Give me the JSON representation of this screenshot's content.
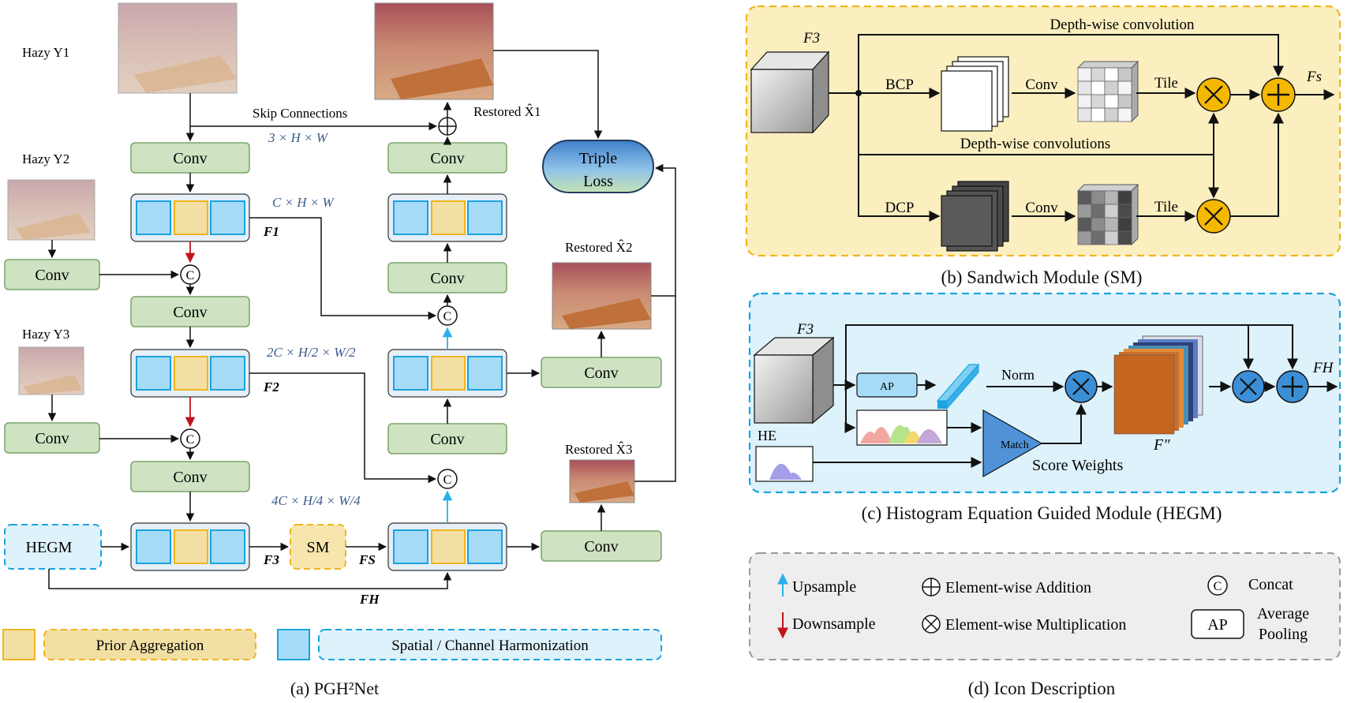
{
  "colors": {
    "conv_fill": "#cfe3c3",
    "conv_stroke": "#7aa46a",
    "prior_fill": "#f2dfa3",
    "prior_stroke": "#f0b51e",
    "harmon_fill": "#a6dcf7",
    "harmon_stroke": "#1aa3e0",
    "sm_panel_fill": "#fbefc0",
    "hegm_panel_fill": "#ddf2fb",
    "icon_panel_fill": "#eeeeee",
    "op_yellow": "#f5b800",
    "op_blue": "#3b8fd6",
    "upsample_arrow": "#2ab0e8",
    "downsample_arrow": "#c0141c"
  },
  "panel_a": {
    "caption": "(a) PGH²Net",
    "hazy1": "Hazy Y1",
    "hazy2": "Hazy Y2",
    "hazy3": "Hazy Y3",
    "conv": "Conv",
    "skip": "Skip Connections",
    "dim1": "3 × H × W",
    "dim2": "C × H × W",
    "dim3": "2C × H/2 × W/2",
    "dim4": "4C × H/4 × W/4",
    "f1": "F1",
    "f2": "F2",
    "f3": "F3",
    "fs": "FS",
    "fh": "FH",
    "restored1": "Restored X̂1",
    "restored2": "Restored X̂2",
    "restored3": "Restored X̂3",
    "triple_loss_1": "Triple",
    "triple_loss_2": "Loss",
    "hegm": "HEGM",
    "sm": "SM",
    "concat_symbol": "C",
    "legend_prior": "Prior Aggregation",
    "legend_harmon": "Spatial / Channel Harmonization"
  },
  "panel_b": {
    "caption": "(b) Sandwich Module (SM)",
    "f3": "F3",
    "depthwise": "Depth-wise convolution",
    "depthwise_plural": "Depth-wise convolutions",
    "bcp": "BCP",
    "dcp": "DCP",
    "conv": "Conv",
    "tile": "Tile",
    "fs": "Fs"
  },
  "panel_c": {
    "caption": "(c) Histogram Equation Guided Module (HEGM)",
    "f3": "F3",
    "ap": "AP",
    "norm": "Norm",
    "match": "Match",
    "he": "HE",
    "score": "Score Weights",
    "fpp": "F″",
    "fh": "FH"
  },
  "panel_d": {
    "caption": "(d) Icon Description",
    "upsample": "Upsample",
    "downsample": "Downsample",
    "addition": "Element-wise Addition",
    "multiplication": "Element-wise Multiplication",
    "concat": "Concat",
    "ap": "AP",
    "avg1": "Average",
    "avg2": "Pooling"
  }
}
